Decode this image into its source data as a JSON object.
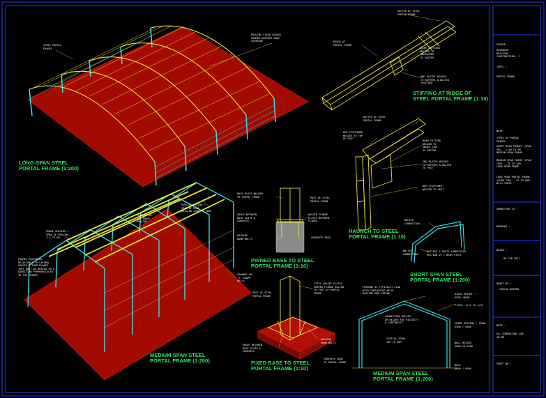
{
  "drawings": {
    "long_span": {
      "title": "LONG-SPAN STEEL\nPORTAL FRAME (1:200)",
      "labels": [
        "STEEL PORTAL\nFRAMES",
        "PURLINS FIXED ACROSS\nFRAMES-SUPPORT ROOF\nCOVERING"
      ]
    },
    "ridge": {
      "title": "STIFFING AT RIDGE OF\nSTEEL PORTAL FRAME (1:10)",
      "labels": [
        "RAFTER OF STEEL\nPORTAL FRAME",
        "RIDGE OF\nPORTAL FRAME",
        "BEAM CUTTINGS\nWELDED TO\nUNDERSIDE\nOF RAFTER",
        "END PLATES WELDED\nTO RAFTERS & BOLTED\nTOGETHER"
      ]
    },
    "haunch": {
      "title": "HAUNCH TO STEEL\nPORTAL FRAME (1:10)",
      "labels": [
        "RAFTER OF STEEL\nPORTAL FRAME",
        "WEB STIFFENER\nWELDED TO TOP\nOF POST",
        "BEAM CUTTING\nWELDED TO\nUNDER SIDE\nOF RAFTER",
        "END PLATES WELDED\nTO RAFTERS & BOLTED\nTO POST",
        "WEB STIFFENER\nWELDED TO POST"
      ]
    },
    "pinned": {
      "title": "PINNED BASE TO STEEL\nPORTAL FRAME (1:10)",
      "labels": [
        "BASE PLATE WELDED\nTO PORTAL FRAME",
        "POST OF STEEL\nPORTAL FRAME",
        "GROUT BETWEEN\nBASE PLATE &\nCONCRETE",
        "WELDED FLANGE\nPLATES BETWEEN\nFLANGE",
        "HOLDING\nDOWN BOLTS",
        "CONCRETE BASE"
      ]
    },
    "medium": {
      "title": "MEDIUM  SPAN STEEL\nPORTAL FRAME (1:200)",
      "labels": [
        "PURLIN SPACING =\nSPAN OF ROOF\nDECKING 1500 TO 1800",
        "CHANNEL OR\n'Z' SHAPE\nPURLINS",
        "FRAME SPACING =\nSPAN OF PURLINS-\n4.5 TO 6M",
        "FRAMES PROVIDING\nRESISTANCE TO LATERAL\nFORCES EITHER PLANES\nTHEY MUST BE BRACED IN A\nDIRECTION PERPENDICULAR\nTO THE FRAMES",
        "CHANNEL OR\n'Z' SHAPE\nRAILS"
      ]
    },
    "fixed": {
      "title": "FIXED BASE TO STEEL\nPORTAL FRAME (1:10)",
      "labels": [
        "POST OF STEEL\nPORTAL FRAME",
        "STEEL GUSSET PLATES\nSHAPED FLANGE BOLTED\nTO FOOT OF PORTAL\nFRAME",
        "GROUT BETWEEN\nBASE PLATE &\nCONCRETE",
        "HOLDING\nDOWN BOLTS",
        "CONCRETE BASE\nTO PORTAL FRAME"
      ]
    },
    "short": {
      "title": "SHORT SPAN STEEL\nPORTAL FRAME (1:200)",
      "labels": [
        "BOLTED\nCONNECTION",
        "RAFTERS & POSTS FABRICATED\nSECTION OF I BEAM STEEL",
        "BOLTED\nCONNECTION"
      ]
    },
    "medium_section": {
      "title": "MEDIUM  SPAN STEEL\nPORTAL FRAME (1:200)",
      "labels": [
        "FRAMING IS TYPICALLY CLAD\nWITH CORRUGATED METAL\nROOFING AND SIDING",
        "RIDGE HEIGHT :\n6500 /8500",
        "PITCH: 1/12 TO 4/12",
        "CONNECTION BOLTED\nOR WELDED FOR RIGIDITY\n& CONTINUITY",
        "FRAME SPACING / SPAN:\n4500 / 5500",
        "TYPICAL SPAN:\n12M TO 36M",
        "WALL HEIGHT:\n3600 TO 5500",
        "BAYS\n6000 / 8500"
      ]
    }
  },
  "title_block": {
    "course_label": "COURSE :",
    "course_value": "ADVANCED\nBUILDING\nCONSTRUCTION - I",
    "topic_label": "TOPIC :",
    "topic_value": "PORTAL FRAME",
    "notes_label": "NOTE:",
    "notes": [
      "TYPES OF PORTAL\nFRAMES",
      "SHORT SPAN FRAMES (SPAN\n5M) - 1.5M TO 3M\nMEDIUM SPAN FRAME",
      "MEDIUM SPAN FRAME (SPAN\n15M) - 15 TO 25M\nLONG SPAN FRAME",
      "LONG SPAN PORTAL FRAME\n(SPAN 25M) - 25 TO 60M\nWITH TRUSS"
    ],
    "submitted_label": "SUBMITTED TO :",
    "remarks_label": "REMARKS :",
    "dated_label": "DATED :",
    "dated_value": "09 FEB 2011",
    "drafted_label": "DRAFT BY :",
    "drafted_value": "CARLOS GUERRA",
    "note_label": "NOTE :",
    "note_value": "ALL DIMENSIONS ARE\nIN MM",
    "sheet_label": "SHEET NO :"
  }
}
